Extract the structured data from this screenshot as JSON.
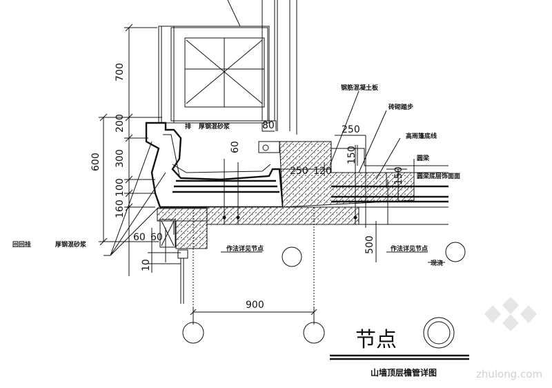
{
  "dimensions": {
    "d700": "700",
    "d200": "200",
    "d300": "300",
    "d600": "600",
    "d100": "100",
    "d160": "160",
    "d60a": "60",
    "d60b": "60",
    "d10": "10",
    "d60c": "60",
    "d80": "80",
    "d250a": "250",
    "d250b": "250",
    "d120": "120",
    "d150a": "150",
    "d150b": "150",
    "d500": "500",
    "d900": "900"
  },
  "notes": {
    "n1": "钢筋混凝土板",
    "n2": "砖砌踏步",
    "n3": "高雨篷底线",
    "n4": "圆梁",
    "n5": "圆梁底层饰面面",
    "n6": "排",
    "n7": "厚钢混砂浆",
    "n8": "回回挂",
    "n9": "厚钢混砂浆",
    "n10": "作法详见节点",
    "n11": "作法详见节点",
    "n12": "现浇"
  },
  "title": {
    "main": "节点",
    "caption": "山墙顶层檐管详图"
  },
  "watermark": "zhulong.com"
}
